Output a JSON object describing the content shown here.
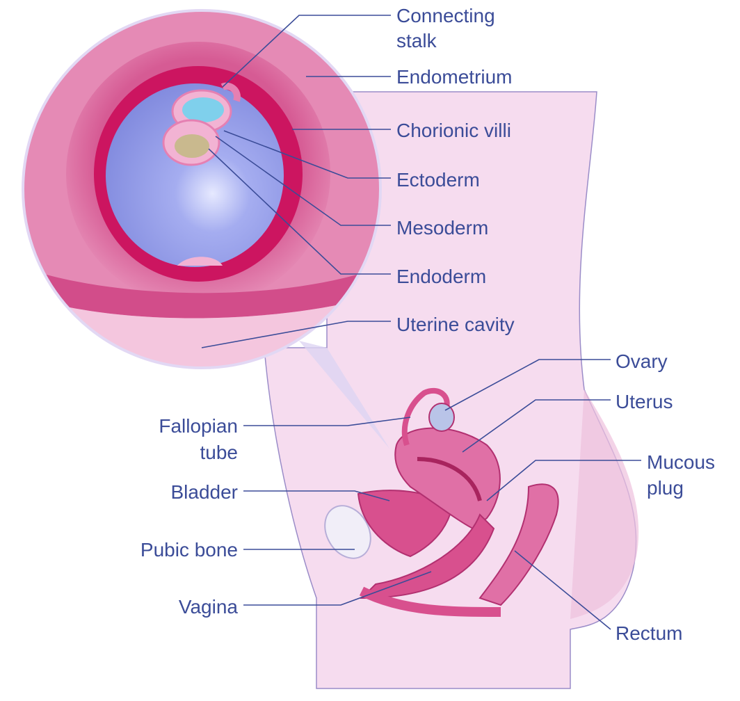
{
  "title": "Early pregnancy anatomy: embryo implanted in the uterus",
  "inset_labels": {
    "connecting_stalk_1": "Connecting",
    "connecting_stalk_2": "stalk",
    "endometrium": "Endometrium",
    "chorionic_villi": "Chorionic villi",
    "ectoderm": "Ectoderm",
    "mesoderm": "Mesoderm",
    "endoderm": "Endoderm",
    "uterine_cavity": "Uterine cavity"
  },
  "body_labels": {
    "ovary": "Ovary",
    "uterus": "Uterus",
    "mucous_plug_1": "Mucous",
    "mucous_plug_2": "plug",
    "fallopian_tube_1": "Fallopian",
    "fallopian_tube_2": "tube",
    "bladder": "Bladder",
    "pubic_bone": "Pubic bone",
    "vagina": "Vagina",
    "rectum": "Rectum"
  },
  "colors": {
    "label": "#3b4c98",
    "tissue": "#d8508e",
    "deep_tissue": "#cc1560",
    "sac": "#8f9ae8",
    "skin": "#f6dcef"
  }
}
